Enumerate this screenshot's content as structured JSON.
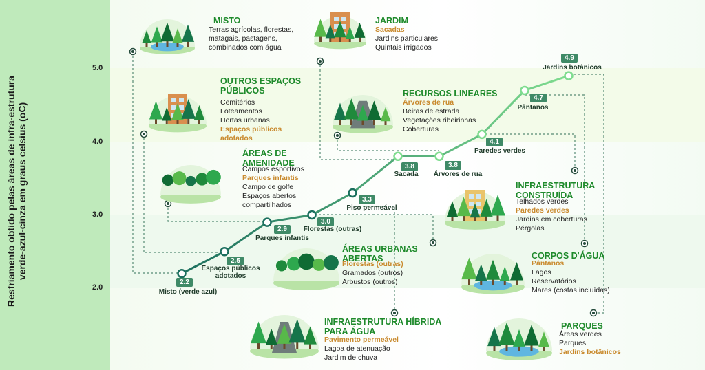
{
  "chart_data": {
    "type": "line",
    "ylabel": [
      "Resfriamento obtido pelas áreas de infra-estrutura",
      "verde-azul-cinza em graus celsius (oC)"
    ],
    "yticks": [
      "2.0",
      "3.0",
      "4.0",
      "5.0"
    ],
    "ylim": [
      2.0,
      5.0
    ],
    "points": [
      {
        "value": 2.2,
        "value_label": "2.2",
        "name": "Misto (verde azul)"
      },
      {
        "value": 2.5,
        "value_label": "2.5",
        "name": "Espaços públicos adotados"
      },
      {
        "value": 2.9,
        "value_label": "2.9",
        "name": "Parques infantis"
      },
      {
        "value": 3.0,
        "value_label": "3.0",
        "name": "Florestas (outras)"
      },
      {
        "value": 3.3,
        "value_label": "3.3",
        "name": "Piso permeável"
      },
      {
        "value": 3.8,
        "value_label": "3.8",
        "name": "Sacada"
      },
      {
        "value": 3.8,
        "value_label": "3.8",
        "name": "Árvores de rua"
      },
      {
        "value": 4.1,
        "value_label": "4.1",
        "name": "Paredes verdes"
      },
      {
        "value": 4.7,
        "value_label": "4.7",
        "name": "Pântanos"
      },
      {
        "value": 4.9,
        "value_label": "4.9",
        "name": "Jardins botânicos"
      }
    ]
  },
  "categories": [
    {
      "title": "MISTO",
      "items": [
        {
          "t": "Terras agrícolas, florestas,"
        },
        {
          "t": "matagais, pastagens,"
        },
        {
          "t": "combinados com água"
        }
      ]
    },
    {
      "title": "OUTROS ESPAÇOS PÚBLICOS",
      "items": [
        {
          "t": "Cemitérios"
        },
        {
          "t": "Loteamentos"
        },
        {
          "t": "Hortas urbanas"
        },
        {
          "t": "Espaços públicos",
          "hl": true
        },
        {
          "t": "adotados",
          "hl": true
        }
      ]
    },
    {
      "title": "ÁREAS DE AMENIDADE",
      "items": [
        {
          "t": "Campos esportivos"
        },
        {
          "t": "Parques infantis",
          "hl": true
        },
        {
          "t": "Campo de golfe"
        },
        {
          "t": "Espaços abertos"
        },
        {
          "t": "compartilhados"
        }
      ]
    },
    {
      "title": "JARDIM",
      "items": [
        {
          "t": "Sacadas",
          "hl": true
        },
        {
          "t": "Jardins particulares"
        },
        {
          "t": "Quintais irrigados"
        }
      ]
    },
    {
      "title": "RECURSOS LINEARES",
      "items": [
        {
          "t": "Árvores de rua",
          "hl": true
        },
        {
          "t": "Beiras de estrada"
        },
        {
          "t": "Vegetações ribeirinhas"
        },
        {
          "t": "Coberturas"
        }
      ]
    },
    {
      "title": "ÁREAS URBANAS ABERTAS",
      "items": [
        {
          "t": "Florestas (outras)",
          "hl": true
        },
        {
          "t": "Gramados (outros)"
        },
        {
          "t": "Arbustos (outros)"
        }
      ]
    },
    {
      "title": "INFRAESTRUTURA HÍBRIDA PARA ÁGUA",
      "items": [
        {
          "t": "Pavimento permeável",
          "hl": true
        },
        {
          "t": "Lagoa de atenuação"
        },
        {
          "t": "Jardim de chuva"
        }
      ]
    },
    {
      "title": "INFRAESTRUTURA CONSTRUÍDA",
      "items": [
        {
          "t": "Telhados verdes"
        },
        {
          "t": "Paredes verdes",
          "hl": true
        },
        {
          "t": "Jardins em coberturas"
        },
        {
          "t": "Pérgolas"
        }
      ]
    },
    {
      "title": "CORPOS D'ÁGUA",
      "items": [
        {
          "t": "Pântanos",
          "hl": true
        },
        {
          "t": "Lagos"
        },
        {
          "t": "Reservatórios"
        },
        {
          "t": "Mares (costas incluídas)"
        }
      ]
    },
    {
      "title": "PARQUES",
      "items": [
        {
          "t": "Áreas verdes"
        },
        {
          "t": "Parques"
        },
        {
          "t": "Jardins botânicos",
          "hl": true
        }
      ]
    }
  ],
  "colors": {
    "line_start": "#1b6f5e",
    "line_end": "#7fdc8f",
    "label_bg": "#3f8a67",
    "title_green": "#1e8a2b",
    "highlight": "#c98a2e",
    "leader": "#2f6f55"
  }
}
